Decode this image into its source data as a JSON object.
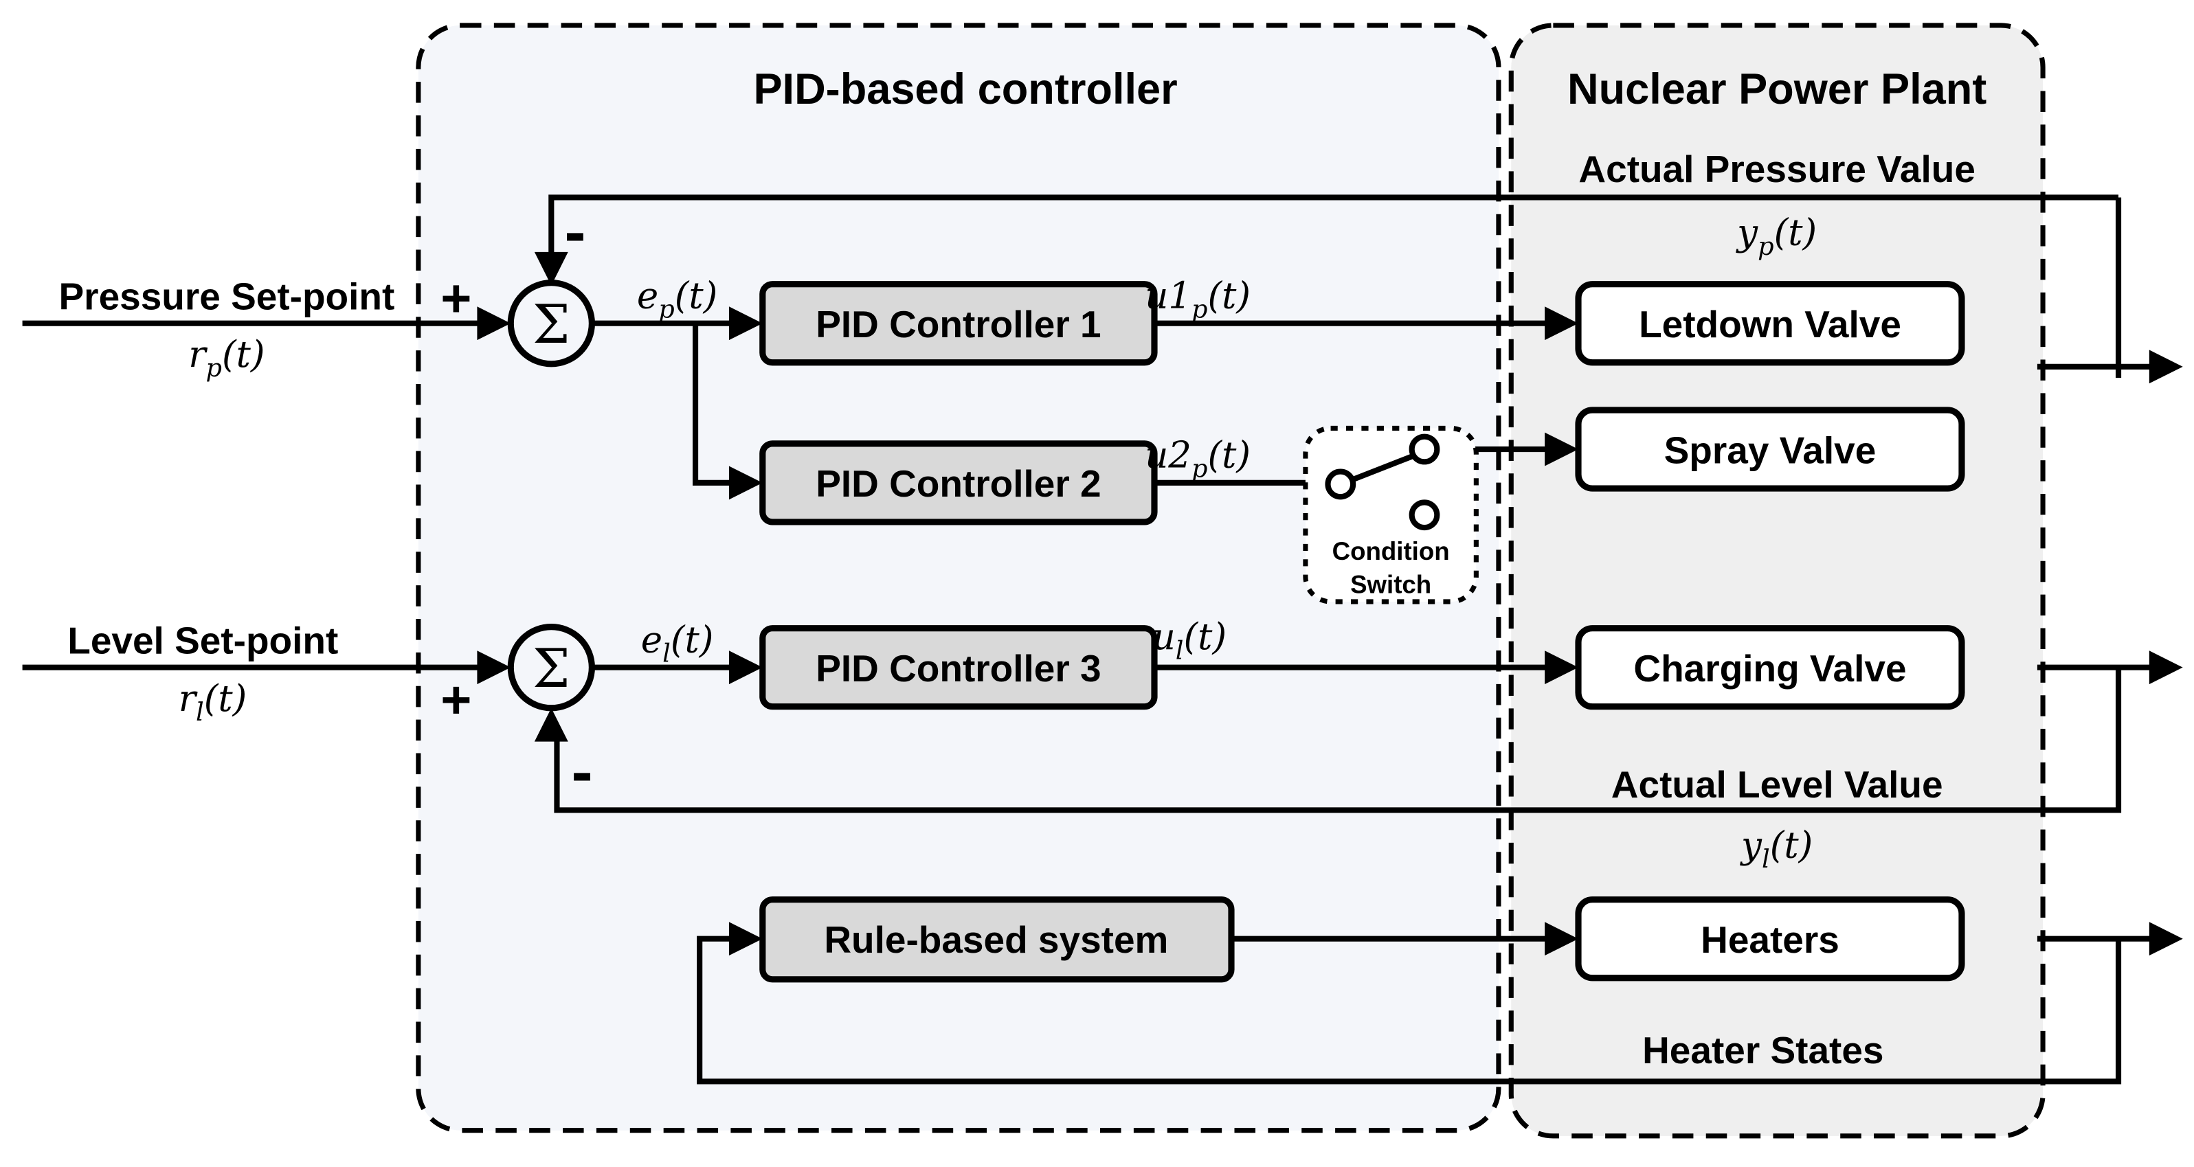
{
  "colors": {
    "pid_box_fill": "#f4f6fa",
    "plant_box_fill": "#efefef",
    "controller_block_fill": "#d9d9d9",
    "valve_block_fill": "#ffffff",
    "line_color": "#000000"
  },
  "controller": {
    "title": "PID-based controller"
  },
  "plant": {
    "title": "Nuclear Power Plant"
  },
  "inputs": {
    "pressure": {
      "label": "Pressure Set-point",
      "signal_main": "r",
      "signal_sub": "p",
      "signal_args": "(t)"
    },
    "level": {
      "label": "Level Set-point",
      "signal_main": "r",
      "signal_sub": "l",
      "signal_args": "(t)"
    }
  },
  "sum_pressure": {
    "symbol": "Σ",
    "plus": "+",
    "minus": "-"
  },
  "sum_level": {
    "symbol": "Σ",
    "plus": "+",
    "minus": "-"
  },
  "blocks": {
    "pid1": {
      "label": "PID Controller 1"
    },
    "pid2": {
      "label": "PID Controller 2"
    },
    "pid3": {
      "label": "PID Controller 3"
    },
    "rule": {
      "label": "Rule-based system"
    },
    "letdown": {
      "label": "Letdown Valve"
    },
    "spray": {
      "label": "Spray Valve"
    },
    "charging": {
      "label": "Charging Valve"
    },
    "heaters": {
      "label": "Heaters"
    }
  },
  "switch": {
    "line1": "Condition",
    "line2": "Switch"
  },
  "signals": {
    "ep": {
      "main": "e",
      "sub": "p",
      "args": "(t)"
    },
    "u1p": {
      "main": "u1",
      "sub": "p",
      "args": "(t)"
    },
    "u2p": {
      "main": "u2",
      "sub": "p",
      "args": "(t)"
    },
    "el": {
      "main": "e",
      "sub": "l",
      "args": "(t)"
    },
    "ul": {
      "main": "u",
      "sub": "l",
      "args": "(t)"
    },
    "yp": {
      "main": "y",
      "sub": "p",
      "args": "(t)"
    },
    "yl": {
      "main": "y",
      "sub": "l",
      "args": "(t)"
    }
  },
  "feedback": {
    "pressure_label": "Actual Pressure Value",
    "level_label": "Actual Level Value",
    "heater_label": "Heater States"
  }
}
